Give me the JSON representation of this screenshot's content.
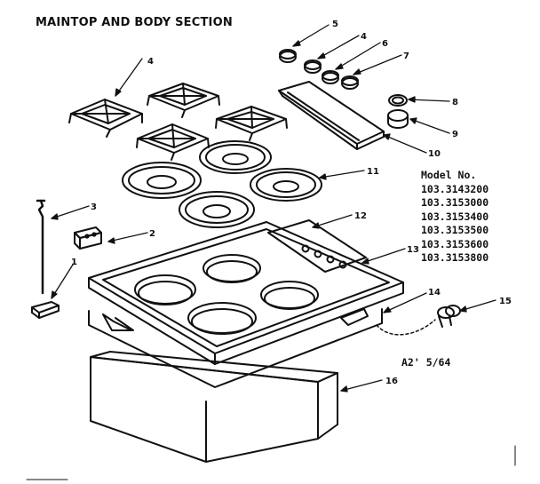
{
  "title": "MAINTOP AND BODY SECTION",
  "model_heading": "Model No.",
  "models": [
    "103.3143200",
    "103.3153000",
    "103.3153400",
    "103.3153500",
    "103.3153600",
    "103.3153800"
  ],
  "revision": "A2' 5/64",
  "callouts": {
    "c1": "1",
    "c2": "2",
    "c3": "3",
    "c4a": "4",
    "c4b": "4",
    "c5": "5",
    "c6": "6",
    "c7": "7",
    "c8": "8",
    "c9": "9",
    "c10": "10",
    "c11": "11",
    "c12": "12",
    "c13": "13",
    "c14": "14",
    "c15": "15",
    "c16": "16"
  }
}
